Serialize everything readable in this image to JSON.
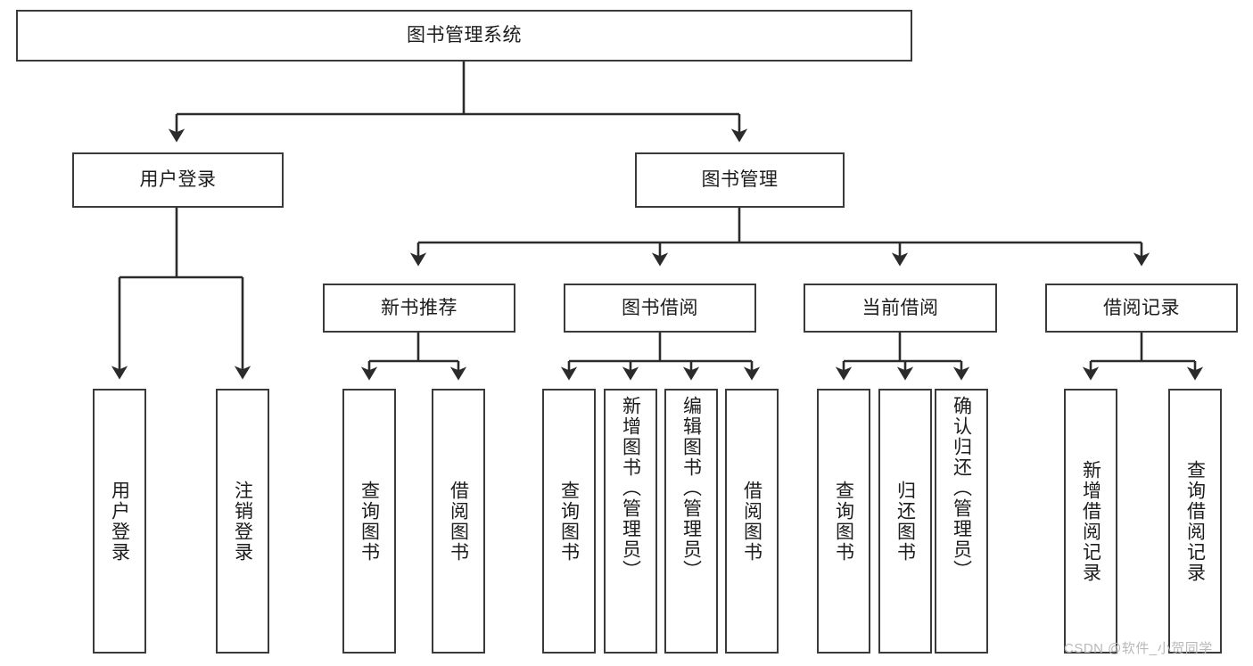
{
  "diagram": {
    "title": "图书管理系统",
    "type": "tree-hierarchy-chart",
    "colors": {
      "box_border": "#3a3a3a",
      "box_fill": "#ffffff",
      "edge": "#2b2b2b",
      "text": "#1c1c1c",
      "watermark": "#b9b9b9",
      "background": "#ffffff"
    }
  },
  "nodes": {
    "root": {
      "label": "图书管理系统"
    },
    "level2": [
      {
        "label": "用户登录"
      },
      {
        "label": "图书管理"
      }
    ],
    "level3": [
      {
        "label": "新书推荐"
      },
      {
        "label": "图书借阅"
      },
      {
        "label": "当前借阅"
      },
      {
        "label": "借阅记录"
      }
    ],
    "leaves": {
      "user_login": [
        {
          "label": "用户登录"
        },
        {
          "label": "注销登录"
        }
      ],
      "new_book_recommend": [
        {
          "label": "查询图书"
        },
        {
          "label": "借阅图书"
        }
      ],
      "book_borrow": [
        {
          "label": "查询图书"
        },
        {
          "label": "新增图书（管理员）"
        },
        {
          "label": "编辑图书（管理员）"
        },
        {
          "label": "借阅图书"
        }
      ],
      "current_borrow": [
        {
          "label": "查询图书"
        },
        {
          "label": "归还图书"
        },
        {
          "label": "确认归还（管理员）"
        }
      ],
      "borrow_record": [
        {
          "label": "新增借阅记录"
        },
        {
          "label": "查询借阅记录"
        }
      ]
    }
  },
  "watermark": {
    "text": "CSDN @软件_小贺同学"
  }
}
